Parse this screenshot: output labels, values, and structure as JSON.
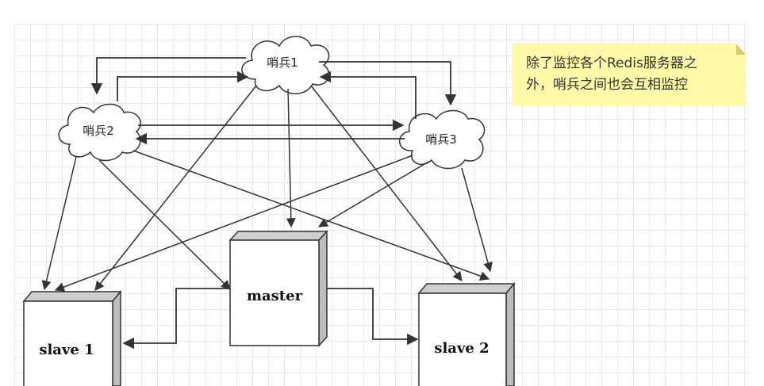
{
  "note": {
    "line1": "除了监控各个Redis服务器之",
    "line2": "外，哨兵之间也会互相监控"
  },
  "sentinels": {
    "s1": "哨兵1",
    "s2": "哨兵2",
    "s3": "哨兵3"
  },
  "servers": {
    "master": "master",
    "slave1": "slave 1",
    "slave2": "slave 2"
  },
  "colors": {
    "stroke": "#333333",
    "box_side": "#dcdcdc",
    "note_bg": "#fff9a8"
  }
}
